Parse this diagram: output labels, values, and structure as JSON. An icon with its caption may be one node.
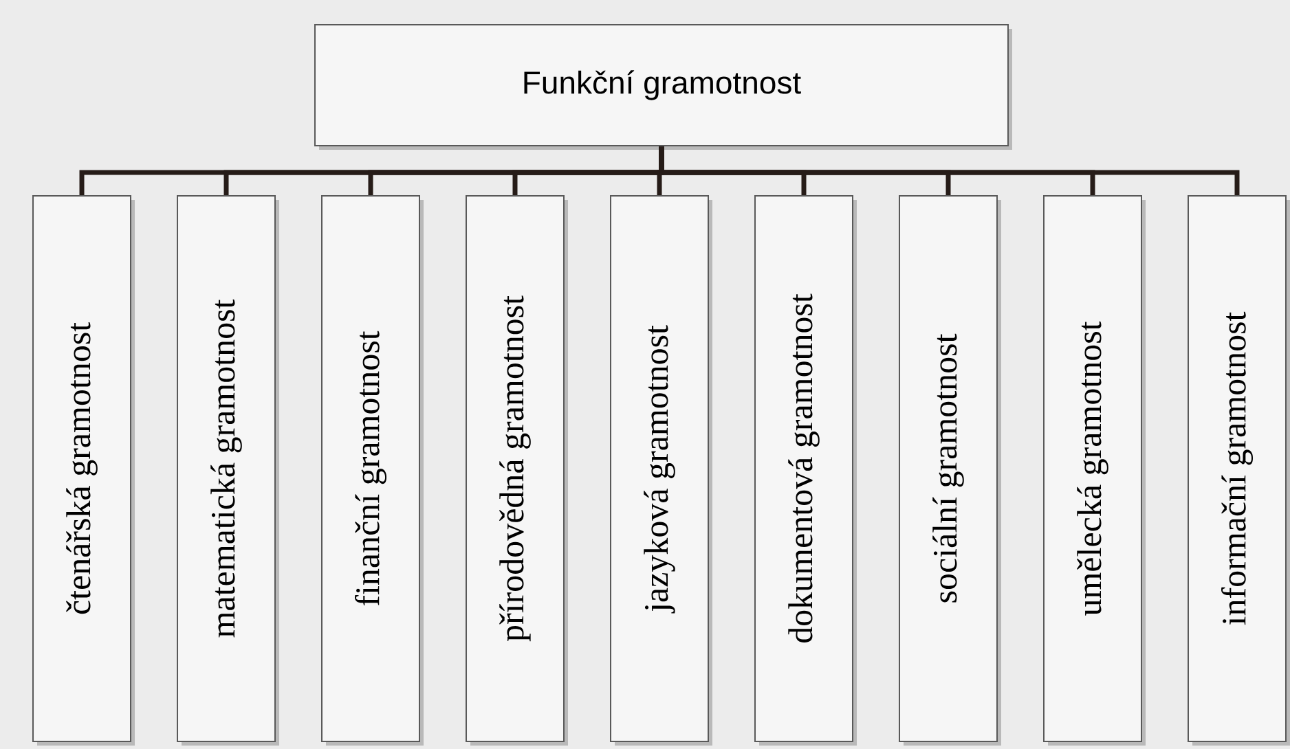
{
  "diagram": {
    "nodes": [
      {
        "text": [
          "Funkční gramotnost"
        ]
      },
      {
        "text": [
          "čtenářská gramotnost"
        ]
      },
      {
        "text": [
          "matematická gramotnost"
        ]
      },
      {
        "text": [
          "finanční gramotnost"
        ]
      },
      {
        "text": [
          "přírodovědná gramotnost"
        ]
      },
      {
        "text": [
          "jazyková gramotnost"
        ]
      },
      {
        "text": [
          "dokumentová gramotnost"
        ]
      },
      {
        "text": [
          "sociální gramotnost"
        ]
      },
      {
        "text": [
          "umělecká gramotnost"
        ]
      },
      {
        "text": [
          "informační gramotnost"
        ]
      }
    ],
    "edges": [
      {
        "from": 0,
        "to": 1,
        "arrow": "none"
      },
      {
        "from": 0,
        "to": 2,
        "arrow": "none"
      },
      {
        "from": 0,
        "to": 3,
        "arrow": "none"
      },
      {
        "from": 0,
        "to": 4,
        "arrow": "none"
      },
      {
        "from": 0,
        "to": 5,
        "arrow": "none"
      },
      {
        "from": 0,
        "to": 6,
        "arrow": "none"
      },
      {
        "from": 0,
        "to": 7,
        "arrow": "none"
      },
      {
        "from": 0,
        "to": 8,
        "arrow": "none"
      },
      {
        "from": 0,
        "to": 9,
        "arrow": "none"
      }
    ]
  }
}
